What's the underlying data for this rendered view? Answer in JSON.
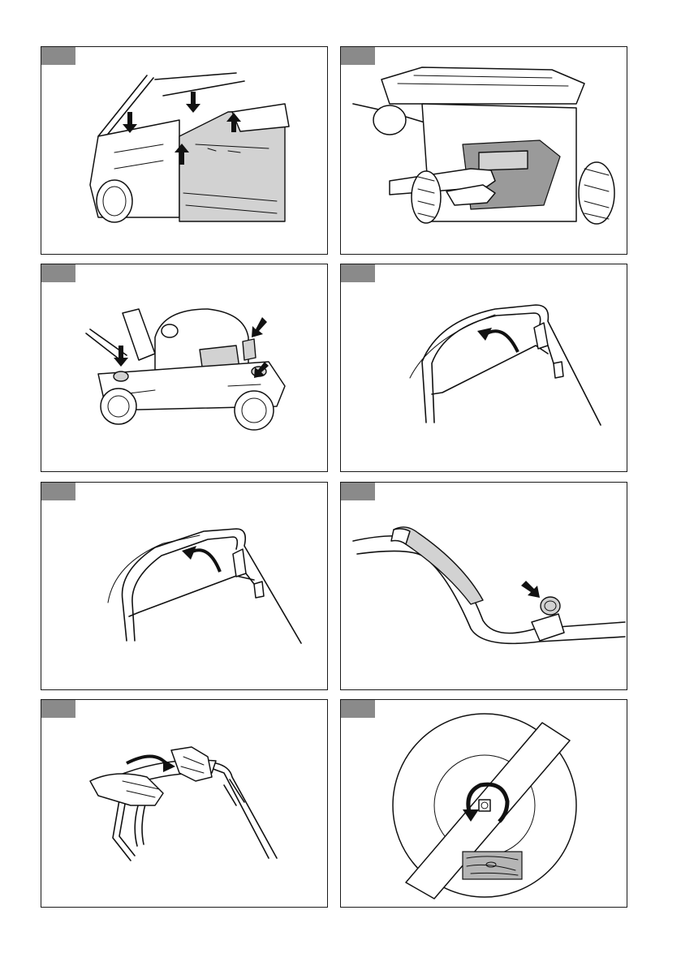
{
  "page": {
    "panels": [
      {
        "id": "p1",
        "subject": "grass-catcher-removal",
        "arrows": [
          "down",
          "down",
          "up",
          "up"
        ]
      },
      {
        "id": "p2",
        "subject": "grass-catcher-lift-by-handle",
        "arrows": []
      },
      {
        "id": "p3",
        "subject": "mower-cutting-height-adjusters",
        "arrows": [
          "down",
          "down",
          "down"
        ]
      },
      {
        "id": "p4",
        "subject": "handle-lever-rotate",
        "arrows": [
          "curved"
        ]
      },
      {
        "id": "p5",
        "subject": "handle-lever-rotate-variant",
        "arrows": [
          "curved"
        ]
      },
      {
        "id": "p6",
        "subject": "handle-release-button",
        "arrows": [
          "diagonal"
        ]
      },
      {
        "id": "p7",
        "subject": "hands-gripping-handle",
        "arrows": [
          "curved"
        ]
      },
      {
        "id": "p8",
        "subject": "blade-nut-with-wood-block",
        "arrows": [
          "circular"
        ]
      }
    ],
    "colors": {
      "label_tab": "#8a8a8a",
      "frame": "#1a1a1a",
      "shade": "#d2d2d2"
    }
  }
}
